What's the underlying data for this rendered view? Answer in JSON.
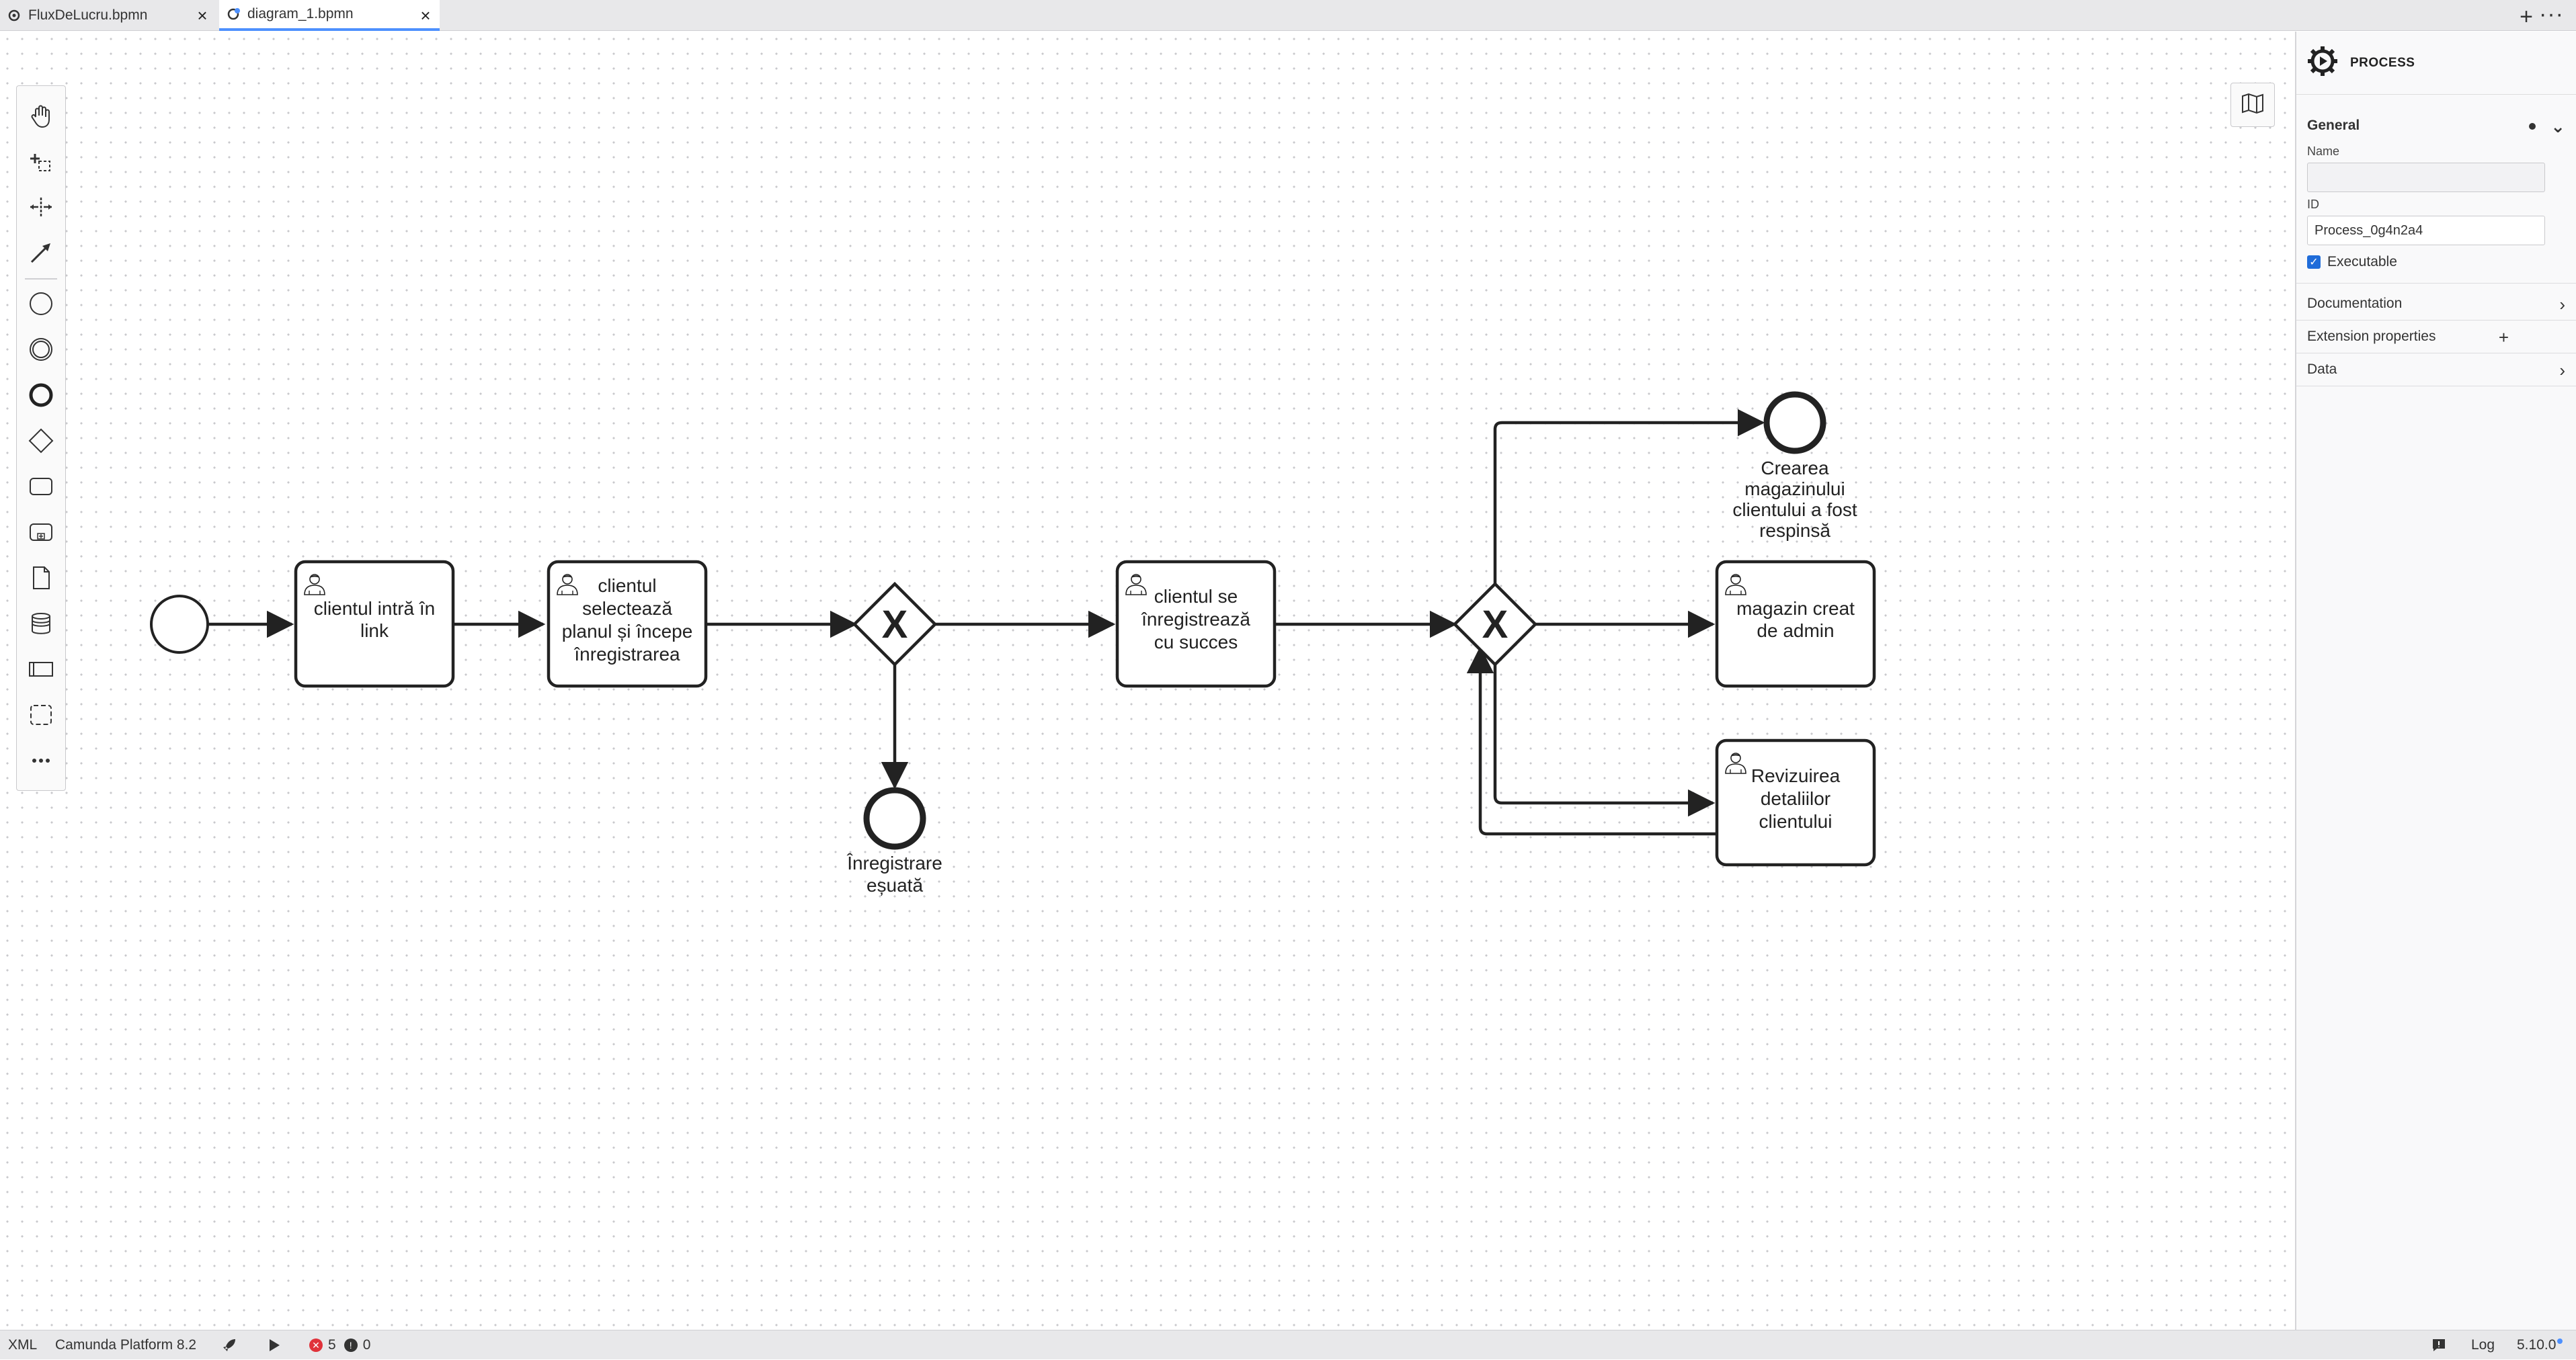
{
  "tabs": [
    {
      "label": "FluxDeLucru.bpmn",
      "icon": "gear-icon",
      "close": "×"
    },
    {
      "label": "diagram_1.bpmn",
      "icon": "camunda-gear-icon",
      "close": "×",
      "active": true
    }
  ],
  "tabbar": {
    "add": "+",
    "more": "···"
  },
  "palette": [
    "hand-tool",
    "lasso-tool",
    "space-tool",
    "connect-tool",
    "start-event",
    "intermediate-event",
    "end-event",
    "gateway",
    "task",
    "subprocess",
    "data-object",
    "data-store",
    "pool",
    "group",
    "more"
  ],
  "diagram": {
    "start_event": "",
    "task1": [
      "clientul intră în",
      "link"
    ],
    "task2": [
      "clientul",
      "selectează",
      "planul și începe",
      "înregistrarea"
    ],
    "end_failed": [
      "Înregistrare",
      "eșuată"
    ],
    "task3": [
      "clientul se",
      "înregistrează",
      "cu succes"
    ],
    "end_rejected": [
      "Crearea",
      "magazinului",
      "clientului a fost",
      "respinsă"
    ],
    "task4": [
      "magazin creat",
      "de admin"
    ],
    "task5": [
      "Revizuirea",
      "detaliilor",
      "clientului"
    ],
    "gateway_symbol": "X"
  },
  "properties": {
    "element_type": "PROCESS",
    "general": {
      "title": "General",
      "name_label": "Name",
      "name_value": "",
      "id_label": "ID",
      "id_value": "Process_0g4n2a4",
      "executable_label": "Executable",
      "executable_checked": true
    },
    "groups": [
      {
        "label": "Documentation",
        "control": "›"
      },
      {
        "label": "Extension properties",
        "control": "+"
      },
      {
        "label": "Data",
        "control": "›"
      }
    ]
  },
  "statusbar": {
    "xml": "XML",
    "platform": "Camunda Platform 8.2",
    "errors": "5",
    "warnings": "0",
    "log": "Log",
    "version": "5.10.0"
  },
  "colors": {
    "accent": "#4d90fe",
    "error": "#e0323a",
    "checkbox": "#1f6cd9"
  }
}
